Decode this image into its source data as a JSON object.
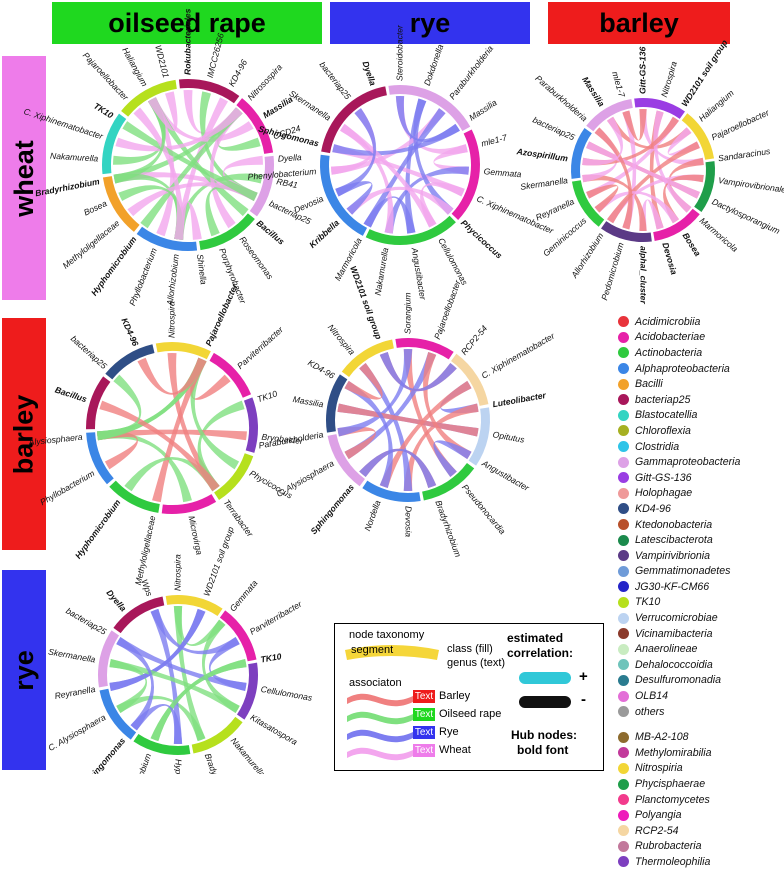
{
  "columns": [
    {
      "label": "oilseed rape",
      "color": "#1fd81f"
    },
    {
      "label": "rye",
      "color": "#3333ee"
    },
    {
      "label": "barley",
      "color": "#ee1c1c"
    }
  ],
  "rows": [
    {
      "label": "wheat",
      "color": "#ee7cea"
    },
    {
      "label": "barley",
      "color": "#ee1c1c"
    },
    {
      "label": "rye",
      "color": "#3333ee"
    }
  ],
  "chart_data": [
    {
      "type": "chord",
      "panel": "wheat / oilseed rape",
      "nodes": [
        {
          "label": "Rokubacteriales",
          "bold": true
        },
        {
          "label": "IMCC26256"
        },
        {
          "label": "KD4-96"
        },
        {
          "label": "Nitrosospira"
        },
        {
          "label": "Massilia",
          "bold": true
        },
        {
          "label": "CCD24"
        },
        {
          "label": "Dyella"
        },
        {
          "label": "RB41"
        },
        {
          "label": "bacteriap25"
        },
        {
          "label": "Bacillus",
          "bold": true
        },
        {
          "label": "Roseomonas"
        },
        {
          "label": "Porphyrobacter"
        },
        {
          "label": "Shinella"
        },
        {
          "label": "Allorhizobium"
        },
        {
          "label": "Phyllobacterium"
        },
        {
          "label": "Hyphomicrobium",
          "bold": true
        },
        {
          "label": "Methyloligellaceae"
        },
        {
          "label": "Bosea"
        },
        {
          "label": "Bradyrhizobium",
          "bold": true
        },
        {
          "label": "Nakamurella"
        },
        {
          "label": "C. Xiphinematobacter"
        },
        {
          "label": "TK10",
          "bold": true
        },
        {
          "label": "Pajaroellobacter"
        },
        {
          "label": "Haliangium"
        },
        {
          "label": "WD2101"
        }
      ]
    },
    {
      "type": "chord",
      "panel": "wheat / rye",
      "nodes": [
        {
          "label": "Steroidobacter"
        },
        {
          "label": "Dokdonella"
        },
        {
          "label": "Paraburkholderia"
        },
        {
          "label": "Massilia"
        },
        {
          "label": "mle1-7"
        },
        {
          "label": "Gemmata"
        },
        {
          "label": "C. Xiphinematobacter"
        },
        {
          "label": "Phycicoccus",
          "bold": true
        },
        {
          "label": "Cellulomonas"
        },
        {
          "label": "Angustibacter"
        },
        {
          "label": "Nakamurella"
        },
        {
          "label": "Marmoricola"
        },
        {
          "label": "Kribbella",
          "bold": true
        },
        {
          "label": "Devosia"
        },
        {
          "label": "Phenylobacterium"
        },
        {
          "label": "Sphingomonas",
          "bold": true
        },
        {
          "label": "Skermanella"
        },
        {
          "label": "bacteriap25"
        },
        {
          "label": "Dyella",
          "bold": true
        }
      ]
    },
    {
      "type": "chord",
      "panel": "wheat / barley",
      "nodes": [
        {
          "label": "Gitt-GS-136",
          "bold": true
        },
        {
          "label": "Nitrospira"
        },
        {
          "label": "WD2101 soil group",
          "bold": true
        },
        {
          "label": "Haliangium"
        },
        {
          "label": "Pajaroellobacter"
        },
        {
          "label": "Sandaracinus"
        },
        {
          "label": "Vampirovibrionales"
        },
        {
          "label": "Dactylosporangium"
        },
        {
          "label": "Marmoricola"
        },
        {
          "label": "Bosea",
          "bold": true
        },
        {
          "label": "Devosia",
          "bold": true
        },
        {
          "label": "alphal_cluster",
          "bold": true
        },
        {
          "label": "Pedomicrobium"
        },
        {
          "label": "Allorhizobium"
        },
        {
          "label": "Geminicoccus"
        },
        {
          "label": "Reyranella"
        },
        {
          "label": "Skermanella"
        },
        {
          "label": "Azospirillum",
          "bold": true
        },
        {
          "label": "bacteriap25"
        },
        {
          "label": "Paraburkholderia"
        },
        {
          "label": "Massilia",
          "bold": true
        },
        {
          "label": "mle1-7"
        }
      ]
    },
    {
      "type": "chord",
      "panel": "barley / oilseed rape",
      "nodes": [
        {
          "label": "Nitrospira"
        },
        {
          "label": "Pajaroellobacter",
          "bold": true
        },
        {
          "label": "Parviterribacter"
        },
        {
          "label": "TK10"
        },
        {
          "label": "Bryobacter"
        },
        {
          "label": "Phycicoccus"
        },
        {
          "label": "Terrabacter"
        },
        {
          "label": "Microvirga"
        },
        {
          "label": "Methyloligellaceae"
        },
        {
          "label": "Hyphomicrobium",
          "bold": true
        },
        {
          "label": "Phyllobacterium"
        },
        {
          "label": "Alysiosphaera"
        },
        {
          "label": "Bacillus",
          "bold": true
        },
        {
          "label": "bacteriap25"
        },
        {
          "label": "KD4-96",
          "bold": true
        }
      ]
    },
    {
      "type": "chord",
      "panel": "barley / rye",
      "nodes": [
        {
          "label": "Sorangium"
        },
        {
          "label": "Pajaroellobacter"
        },
        {
          "label": "RCP2-54"
        },
        {
          "label": "C. Xiphinematobacter"
        },
        {
          "label": "Luteolibacter",
          "bold": true
        },
        {
          "label": "Opitutus"
        },
        {
          "label": "Angustibacter"
        },
        {
          "label": "Pseudonocardia"
        },
        {
          "label": "Bradyrhizobium"
        },
        {
          "label": "Devosia"
        },
        {
          "label": "Nordella"
        },
        {
          "label": "Sphingomonas",
          "bold": true
        },
        {
          "label": "C. Alysiosphaera"
        },
        {
          "label": "Paraburkholderia"
        },
        {
          "label": "Massilia"
        },
        {
          "label": "KD4-96"
        },
        {
          "label": "Nitrospira"
        },
        {
          "label": "WD2101 soil group",
          "bold": true
        }
      ]
    },
    {
      "type": "chord",
      "panel": "rye / oilseed rape",
      "nodes": [
        {
          "label": "Nitrospira"
        },
        {
          "label": "WD2101 soil group"
        },
        {
          "label": "Gemmata"
        },
        {
          "label": "Parviterribacter"
        },
        {
          "label": "TK10",
          "bold": true
        },
        {
          "label": "Cellulomonas"
        },
        {
          "label": "Kitasatospora"
        },
        {
          "label": "Nakamurella"
        },
        {
          "label": "Bradyrhizobium"
        },
        {
          "label": "Hyphomicrobium"
        },
        {
          "label": "Allorhizobium"
        },
        {
          "label": "Sphingomonas",
          "bold": true
        },
        {
          "label": "C. Alysiosphaera"
        },
        {
          "label": "Reyranella"
        },
        {
          "label": "Skermanella"
        },
        {
          "label": "bacteriap25"
        },
        {
          "label": "Dyella",
          "bold": true
        },
        {
          "label": "Wps"
        }
      ]
    }
  ],
  "legend": [
    {
      "label": "Acidimicrobiia",
      "color": "#e8333b"
    },
    {
      "label": "Acidobacteriae",
      "color": "#e621a8"
    },
    {
      "label": "Actinobacteria",
      "color": "#2fca3f"
    },
    {
      "label": "Alphaproteobacteria",
      "color": "#3b86e6"
    },
    {
      "label": "Bacilli",
      "color": "#f2a12a"
    },
    {
      "label": "bacteriap25",
      "color": "#a8175a"
    },
    {
      "label": "Blastocatellia",
      "color": "#33d4c2"
    },
    {
      "label": "Chloroflexia",
      "color": "#a6b022"
    },
    {
      "label": "Clostridia",
      "color": "#2ec4e8"
    },
    {
      "label": "Gammaproteobacteria",
      "color": "#dda1e6"
    },
    {
      "label": "Gitt-GS-136",
      "color": "#9a3de3"
    },
    {
      "label": "Holophagae",
      "color": "#ef9a9a"
    },
    {
      "label": "KD4-96",
      "color": "#2f4e86"
    },
    {
      "label": "Ktedonobacteria",
      "color": "#b8502b"
    },
    {
      "label": "Latescibacterota",
      "color": "#1b8a4c"
    },
    {
      "label": "Vampirivibrionia",
      "color": "#5b3a86"
    },
    {
      "label": "Gemmatimonadetes",
      "color": "#6f9bd8"
    },
    {
      "label": "JG30-KF-CM66",
      "color": "#2424c8"
    },
    {
      "label": "TK10",
      "color": "#b6e01d"
    },
    {
      "label": "Verrucomicrobiae",
      "color": "#bcd3f1"
    },
    {
      "label": "Vicinamibacteria",
      "color": "#8b3a2b"
    },
    {
      "label": "Anaerolineae",
      "color": "#c9ecc1"
    },
    {
      "label": "Dehalococcoidia",
      "color": "#6fc4bb"
    },
    {
      "label": "Desulfuromonadia",
      "color": "#2a7b8f"
    },
    {
      "label": "OLB14",
      "color": "#e36ed7"
    },
    {
      "label": "others",
      "color": "#9a9a9a"
    },
    {
      "label": "MB-A2-108",
      "color": "#8d6b2e"
    },
    {
      "label": "Methylomirabilia",
      "color": "#c23a9b"
    },
    {
      "label": "Nitrospiria",
      "color": "#f2d636"
    },
    {
      "label": "Phycisphaerae",
      "color": "#1f9e4a"
    },
    {
      "label": "Planctomycetes",
      "color": "#f23b8c"
    },
    {
      "label": "Polyangia",
      "color": "#ee1bbb"
    },
    {
      "label": "RCP2-54",
      "color": "#f5d6a2"
    },
    {
      "label": "Rubrobacteria",
      "color": "#c2789b"
    },
    {
      "label": "Thermoleophilia",
      "color": "#7d3fbf"
    }
  ],
  "key": {
    "node_title": "node taxonomy",
    "segment": "segment",
    "class_fill": "class (fill)",
    "genus_text": "genus (text)",
    "association": "associaton",
    "text_chip": "Text",
    "barley": "Barley",
    "oilseed": "Oilseed rape",
    "rye": "Rye",
    "wheat": "Wheat",
    "estimated": "estimated",
    "correlation": "correlation:",
    "plus": "+",
    "minus": "-",
    "hub1": "Hub nodes:",
    "hub2": "bold font",
    "colors": {
      "barley": "#ee1c1c",
      "oilseed": "#1fd81f",
      "rye": "#3333ee",
      "wheat": "#ee7cea",
      "pos": "#30c8d8",
      "neg": "#111111",
      "segment": "#f5d63a"
    }
  }
}
